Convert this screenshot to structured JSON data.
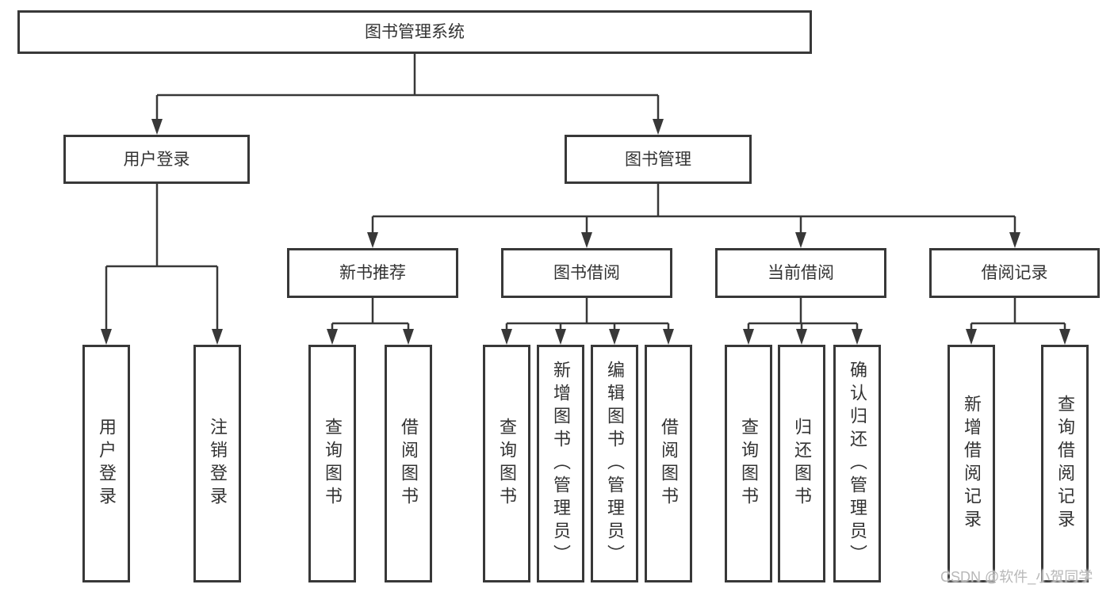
{
  "tree": {
    "label": "图书管理系统",
    "children": [
      {
        "label": "用户登录",
        "children": [
          {
            "label": "用户登录"
          },
          {
            "label": "注销登录"
          }
        ]
      },
      {
        "label": "图书管理",
        "children": [
          {
            "label": "新书推荐",
            "children": [
              {
                "label": "查询图书"
              },
              {
                "label": "借阅图书"
              }
            ]
          },
          {
            "label": "图书借阅",
            "children": [
              {
                "label": "查询图书"
              },
              {
                "label": "新增图书（管理员）"
              },
              {
                "label": "编辑图书（管理员）"
              },
              {
                "label": "借阅图书"
              }
            ]
          },
          {
            "label": "当前借阅",
            "children": [
              {
                "label": "查询图书"
              },
              {
                "label": "归还图书"
              },
              {
                "label": "确认归还（管理员）"
              }
            ]
          },
          {
            "label": "借阅记录",
            "children": [
              {
                "label": "新增借阅记录"
              },
              {
                "label": "查询借阅记录"
              }
            ]
          }
        ]
      }
    ]
  },
  "watermark": "CSDN @软件_小贺同学",
  "colors": {
    "line": "#383838",
    "text": "#333333",
    "background": "#ffffff",
    "watermark": "#b8b8b8"
  }
}
